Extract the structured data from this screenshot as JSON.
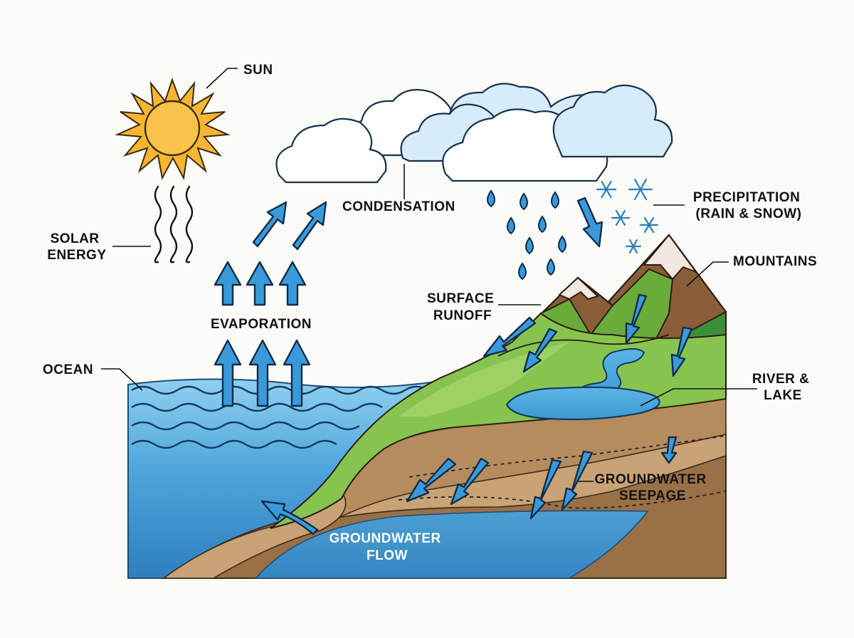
{
  "labels": {
    "sun": "SUN",
    "solar_energy": [
      "SOLAR",
      "ENERGY"
    ],
    "condensation": "CONDENSATION",
    "precipitation": [
      "PRECIPITATION",
      "(RAIN & SNOW)"
    ],
    "mountains": "MOUNTAINS",
    "surface_runoff": [
      "SURFACE",
      "RUNOFF"
    ],
    "evaporation": "EVAPORATION",
    "ocean": "OCEAN",
    "river_lake": [
      "RIVER &",
      "LAKE"
    ],
    "groundwater_seepage": [
      "GROUNDWATER",
      "SEEPAGE"
    ],
    "groundwater_flow": [
      "GROUNDWATER",
      "FLOW"
    ]
  },
  "colors": {
    "arrow": "#3a9ad9",
    "outline": "#0f2d4a",
    "ocean": "#3f93cf",
    "grass": "#7cc24a",
    "soil": "#b58c5e",
    "sun": "#f7b531",
    "cloud_blue": "#d6ecf8"
  }
}
